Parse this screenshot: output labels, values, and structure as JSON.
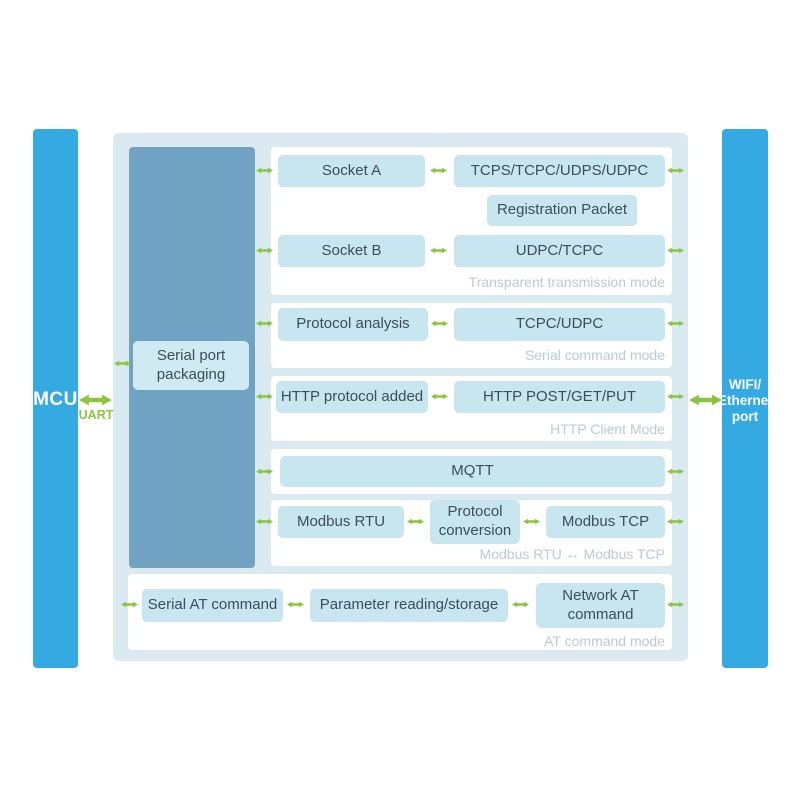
{
  "bars": {
    "mcu": "MCU",
    "uart": "UART",
    "right": {
      "line1": "WIFI/",
      "line2": "Ethernet",
      "line3": "port"
    }
  },
  "column": {
    "packaging": "Serial port packaging"
  },
  "boxes": {
    "socket_a": "Socket A",
    "tcps": "TCPS/TCPC/UDPS/UDPC",
    "registration": "Registration Packet",
    "socket_b": "Socket B",
    "udpc": "UDPC/TCPC",
    "protocol_analysis": "Protocol analysis",
    "tcpc": "TCPC/UDPC",
    "http_added": "HTTP protocol added",
    "http_post": "HTTP POST/GET/PUT",
    "mqtt": "MQTT",
    "modbus_rtu": "Modbus RTU",
    "protocol_conversion": "Protocol conversion",
    "modbus_tcp": "Modbus TCP",
    "serial_at": "Serial AT command",
    "param_storage": "Parameter reading/storage",
    "network_at": "Network AT command"
  },
  "modes": {
    "transparent": "Transparent transmission mode",
    "serial_cmd": "Serial command mode",
    "http": "HTTP Client Mode",
    "modbus": "Modbus RTU ↔ Modbus TCP",
    "at": "AT command mode"
  },
  "icons": {
    "double_arrow": "↔"
  },
  "colors": {
    "bar_blue": "#35a9e1",
    "panel_blue": "#dbe9f1",
    "column_blue": "#70a2c2",
    "box_blue": "#c8e6ef",
    "arrow_green": "#8bc53f",
    "box_text": "#3c4d59",
    "mode_text": "#b9cbd6"
  }
}
